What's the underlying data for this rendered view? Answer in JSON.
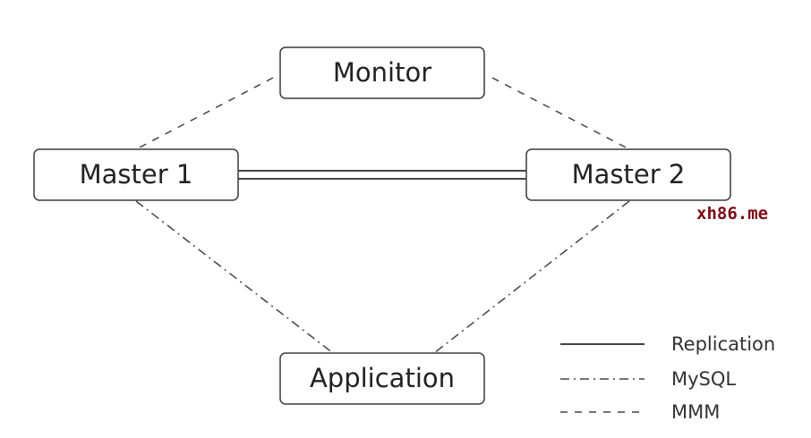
{
  "nodes": {
    "monitor": "Monitor",
    "master1": "Master 1",
    "master2": "Master 2",
    "application": "Application"
  },
  "legend": {
    "replication": "Replication",
    "mysql": "MySQL",
    "mmm": "MMM"
  },
  "watermark": {
    "text": "xh86.me",
    "color": "#7a0a14"
  }
}
